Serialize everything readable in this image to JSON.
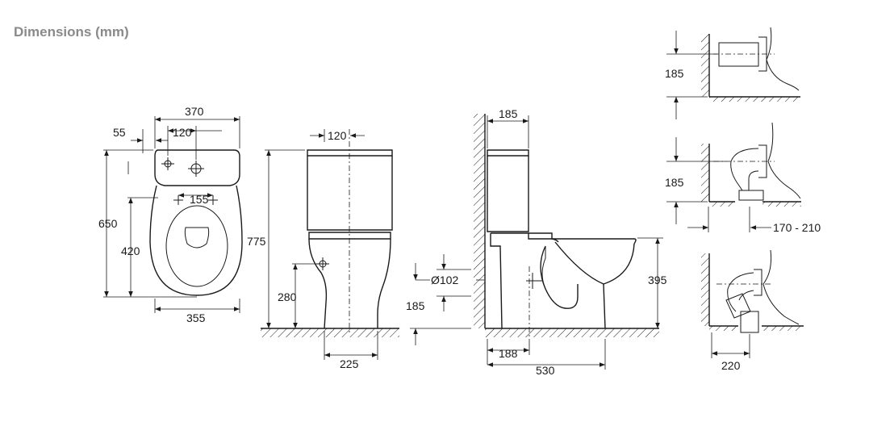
{
  "title": "Dimensions (mm)",
  "labels": {
    "top_width": "370",
    "top_offset": "55",
    "top_holes": "120",
    "top_holes_lower": "155",
    "top_height": "650",
    "top_bowl": "420",
    "top_base": "355",
    "front_inlet": "120",
    "front_height": "775",
    "front_outlet": "280",
    "front_base": "225",
    "side_tank": "185",
    "side_pipe_dia": "Ø102",
    "side_pipe_height": "185",
    "side_rim": "395",
    "side_outlet": "188",
    "side_length": "530",
    "d1_height": "185",
    "d2_height": "185",
    "d2_range": "170 - 210",
    "d3_width": "220"
  }
}
